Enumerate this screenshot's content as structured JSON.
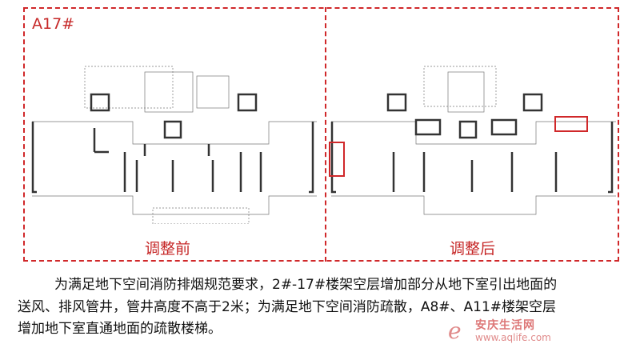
{
  "panel_title": "A17#",
  "before_label": "调整前",
  "after_label": "调整后",
  "paragraph": {
    "line1": "为满足地下空间消防排烟规范要求，2#-17#楼架空层增加部分从地下室引出地面的",
    "line2": "送风、排风管井，管井高度不高于2米；为满足地下空间消防疏散，A8#、A11#楼架空层",
    "line3": "增加地下室直通地面的疏散楼梯。"
  },
  "watermark": {
    "brand": "安庆生活网",
    "url": "www.aqlife.com"
  },
  "colors": {
    "accent": "#d0282a"
  }
}
